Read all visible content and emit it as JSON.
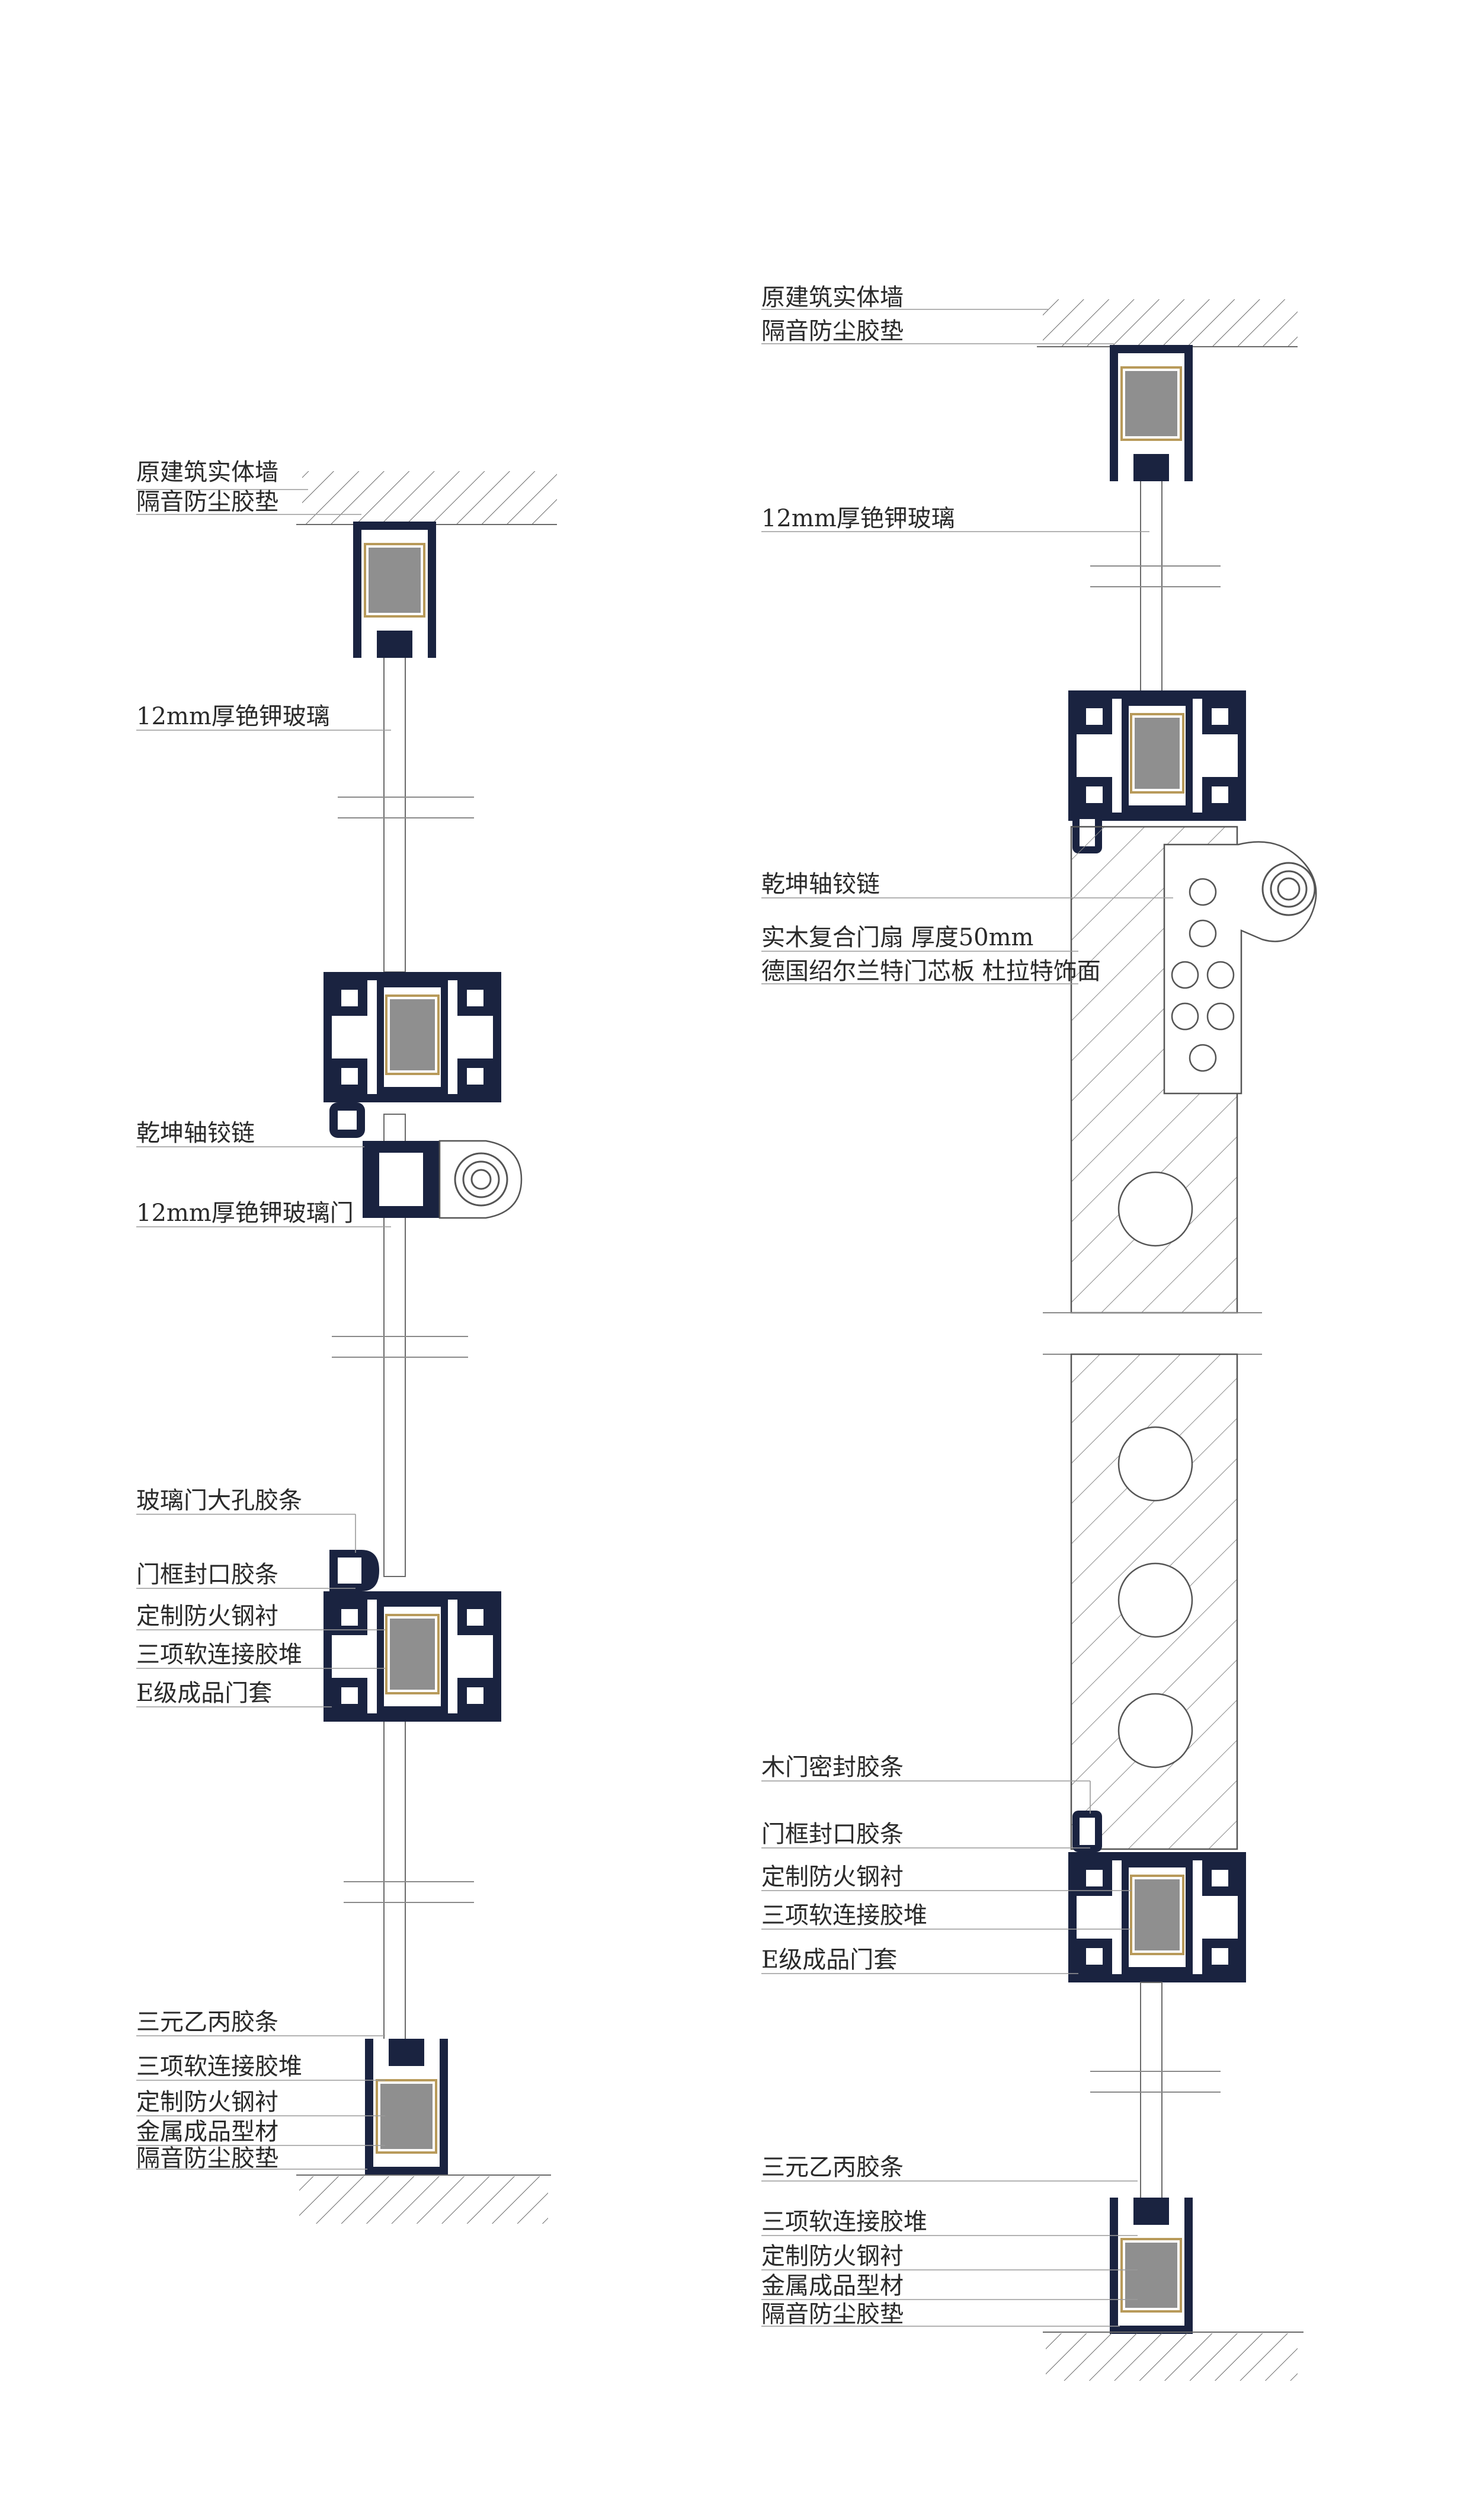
{
  "left_section": {
    "labels": {
      "wall": "原建筑实体墙",
      "pad_top": "隔音防尘胶垫",
      "glass": "12mm厚铯钾玻璃",
      "hinge": "乾坤轴铰链",
      "glass_door": "12mm厚铯钾玻璃门",
      "door_strip": "玻璃门大孔胶条",
      "frame_seal": "门框封口胶条",
      "steel_lining": "定制防火钢衬",
      "soft_glue": "三项软连接胶堆",
      "door_cover": "E级成品门套",
      "epdm": "三元乙丙胶条",
      "soft_glue_b": "三项软连接胶堆",
      "steel_lining_b": "定制防火钢衬",
      "metal_profile": "金属成品型材",
      "pad_bottom": "隔音防尘胶垫"
    }
  },
  "right_section": {
    "labels": {
      "wall": "原建筑实体墙",
      "pad_top": "隔音防尘胶垫",
      "glass": "12mm厚铯钾玻璃",
      "hinge": "乾坤轴铰链",
      "wood_door": "实木复合门扇 厚度50mm",
      "door_core": "德国绍尔兰特门芯板 杜拉特饰面",
      "wood_seal": "木门密封胶条",
      "frame_seal": "门框封口胶条",
      "steel_lining": "定制防火钢衬",
      "soft_glue": "三项软连接胶堆",
      "door_cover": "E级成品门套",
      "epdm": "三元乙丙胶条",
      "soft_glue_b": "三项软连接胶堆",
      "steel_lining_b": "定制防火钢衬",
      "metal_profile": "金属成品型材",
      "pad_bottom": "隔音防尘胶垫"
    }
  },
  "colors": {
    "profile": "#1a2340",
    "steel_lining": "#8f8f8f",
    "seal": "#b89a5a",
    "text": "#2a2a2a"
  }
}
